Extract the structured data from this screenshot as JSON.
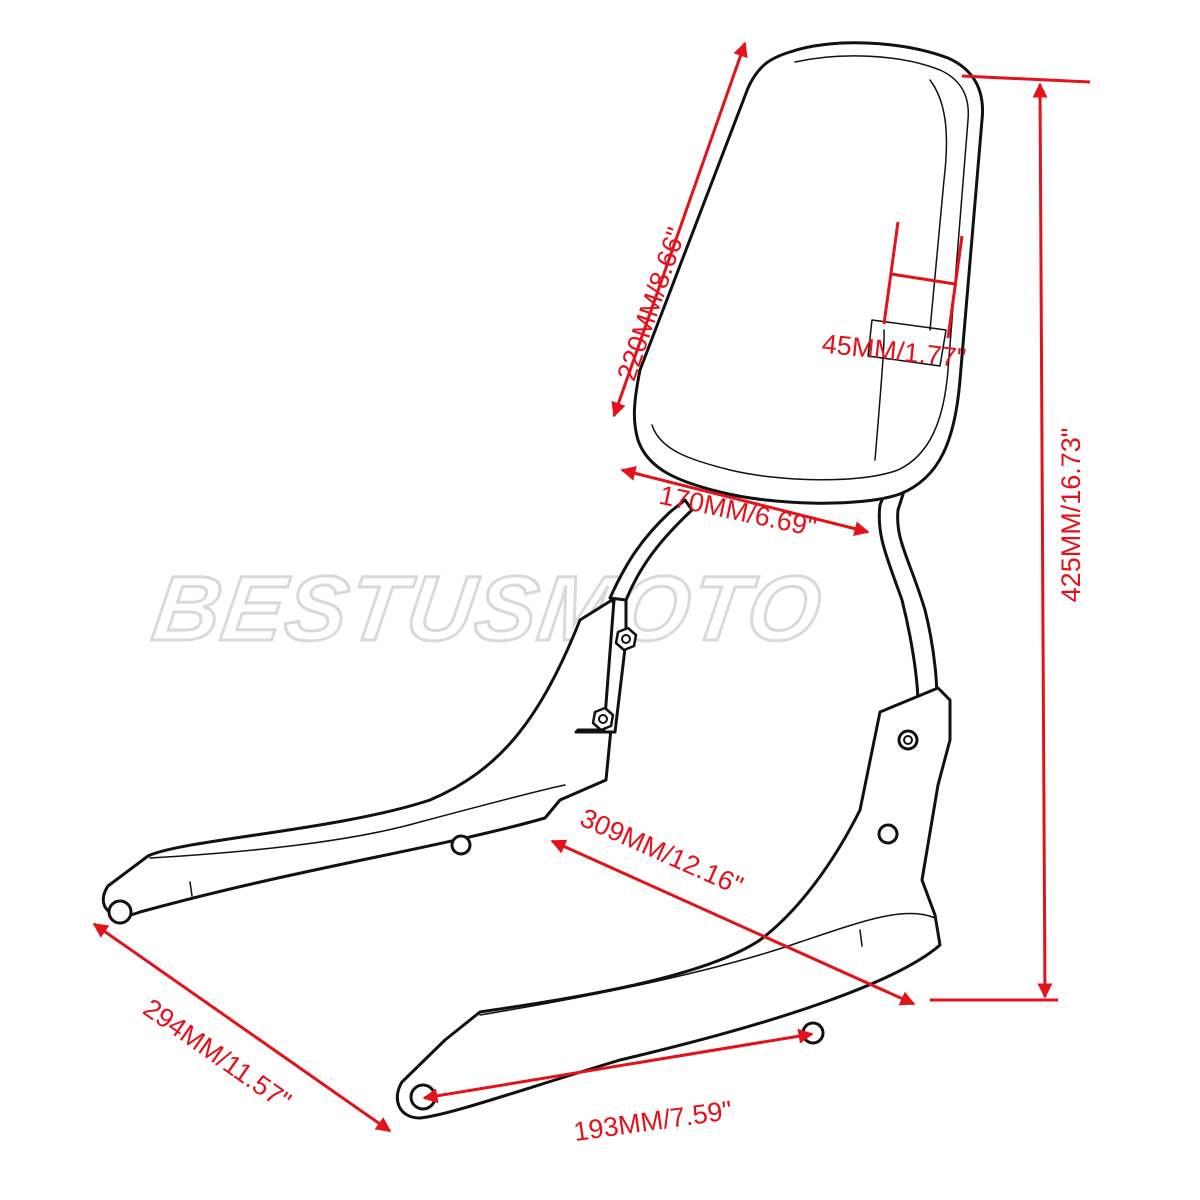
{
  "watermark": "BESTUSMOTO",
  "accent_color": "#e3121b",
  "dimensions": {
    "pad_height": "220MM/8.66\"",
    "pad_stitch": "45MM/1.77\"",
    "pad_width": "170MM/6.69\"",
    "overall_height": "425MM/16.73\"",
    "diagonal": "309MM/12.16\"",
    "side_length": "294MM/11.57\"",
    "hole_spacing": "193MM/7.59\""
  }
}
